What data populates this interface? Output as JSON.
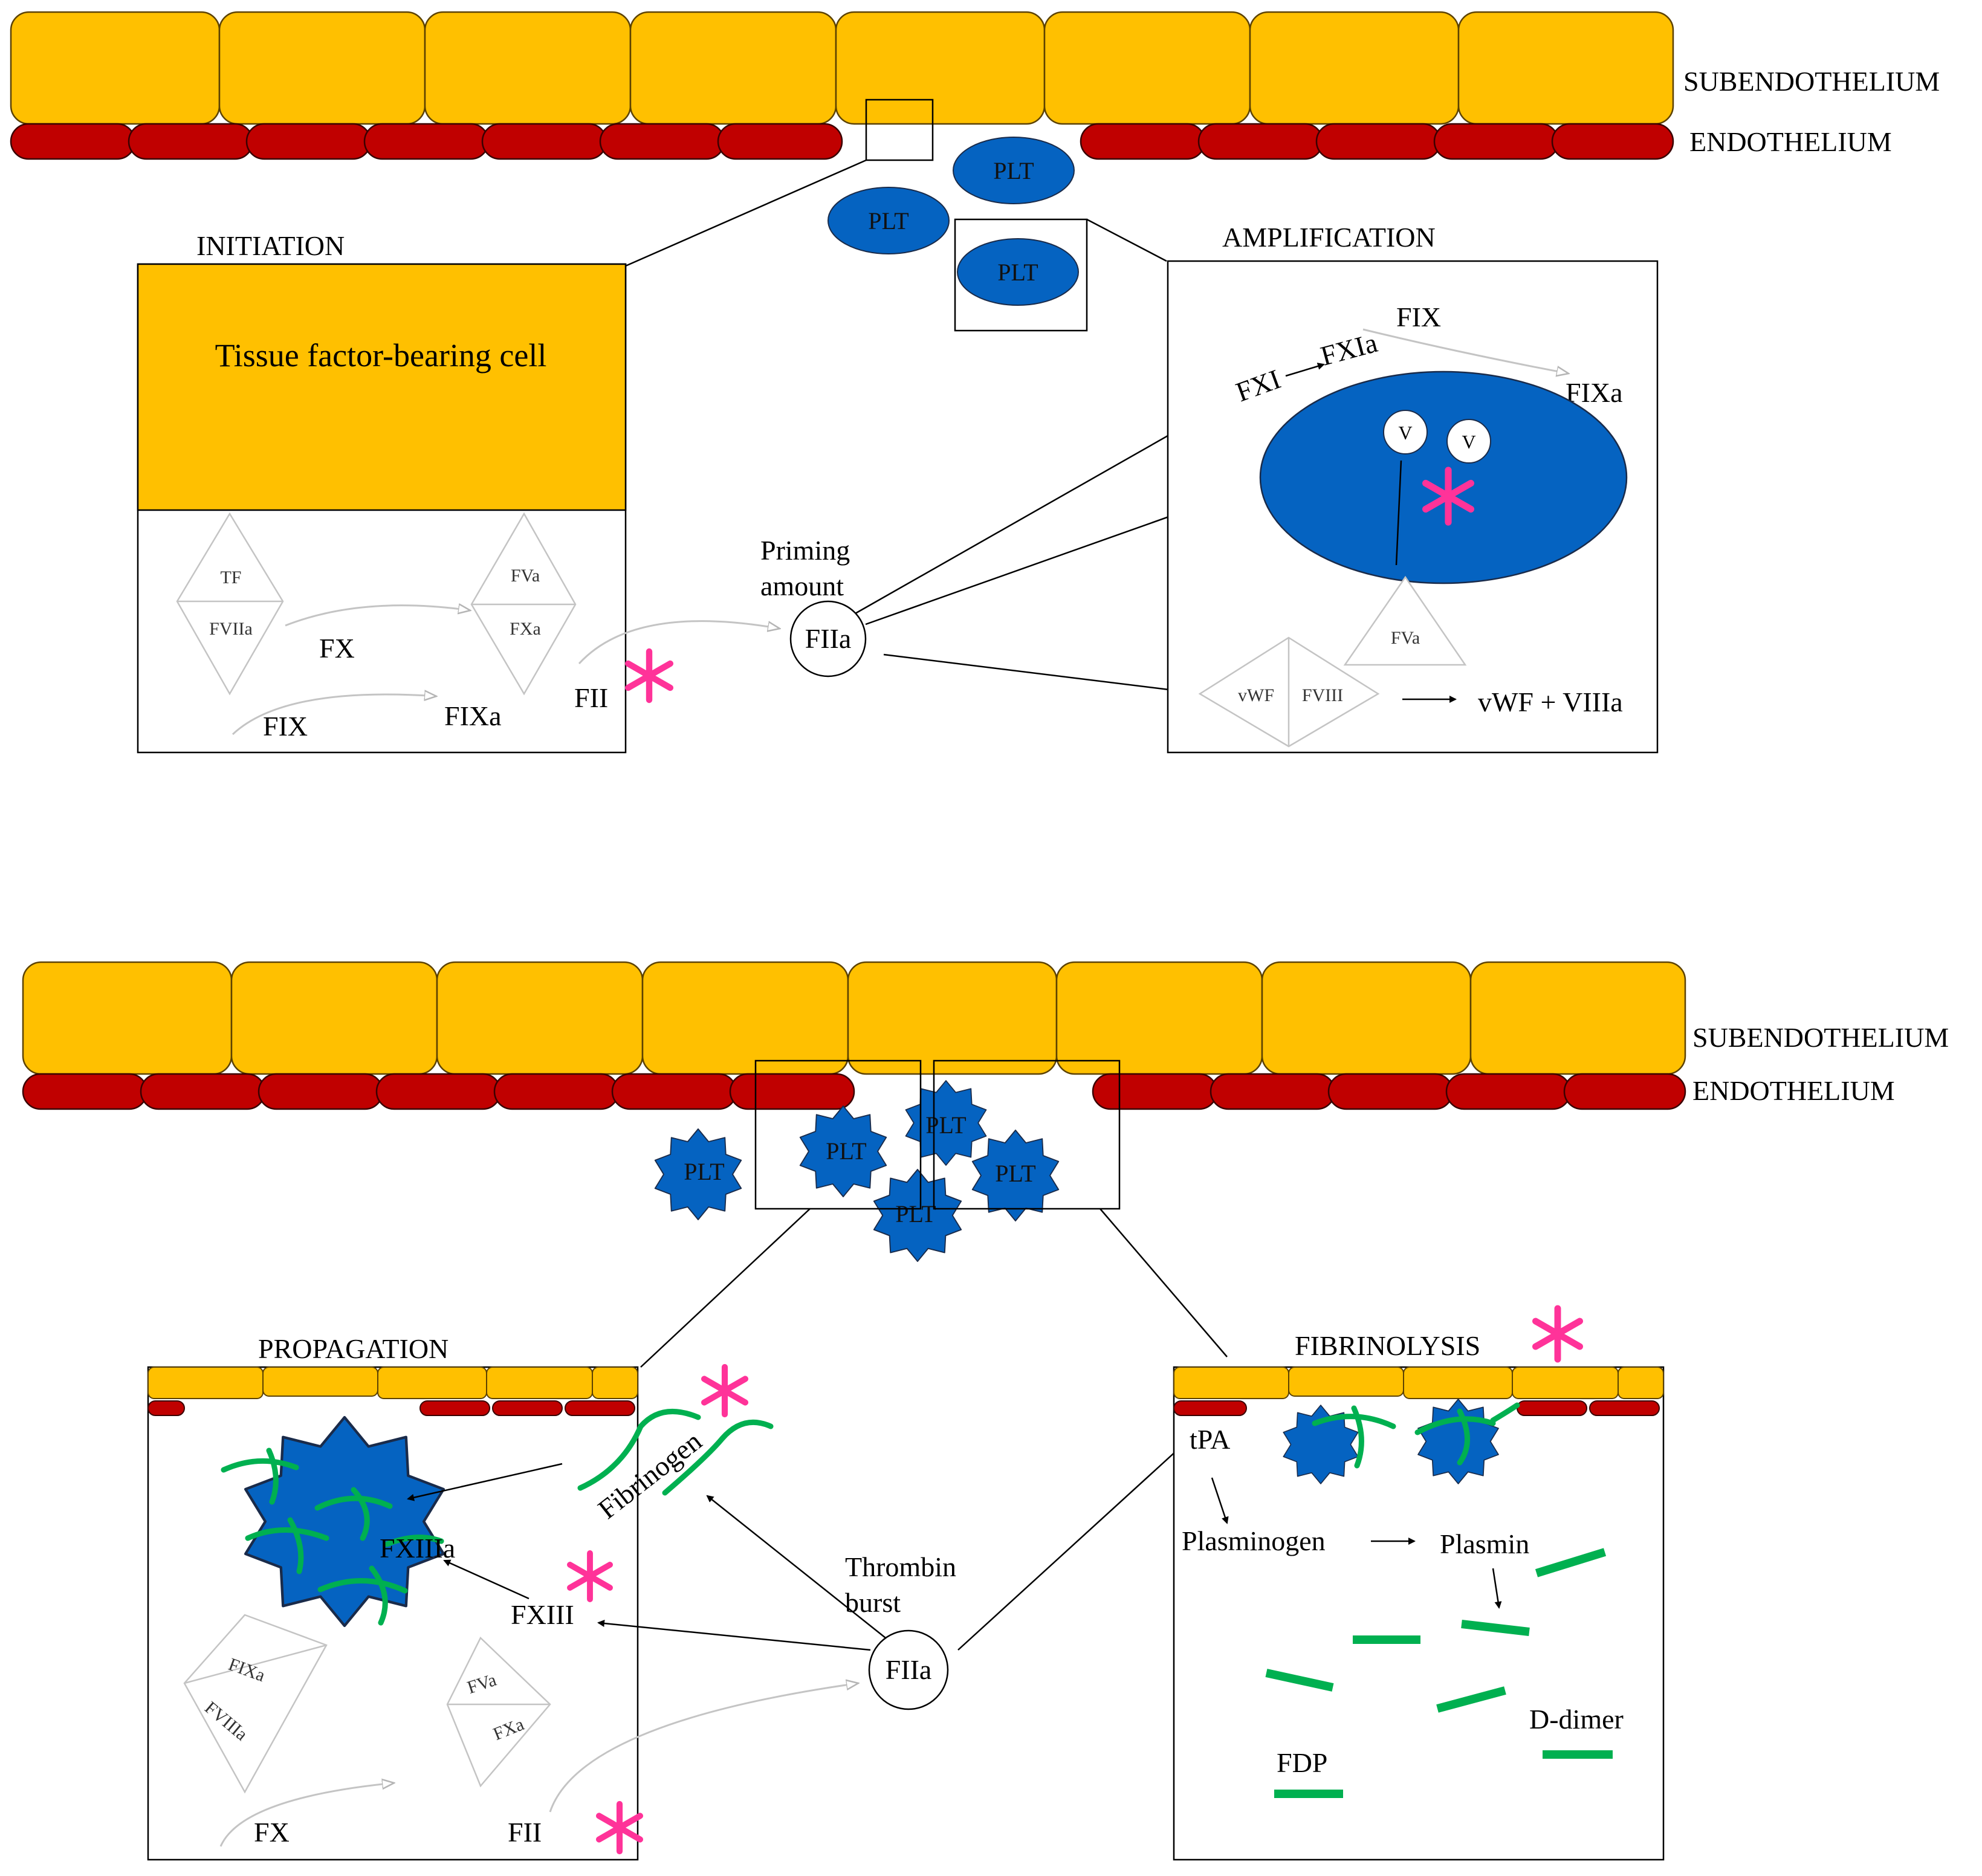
{
  "vessel": {
    "subendothelium": "SUBENDOTHELIUM",
    "endothelium": "ENDOTHELIUM",
    "platelet": "PLT"
  },
  "initiation": {
    "title": "INITIATION",
    "cell": "Tissue factor-bearing cell",
    "tf": "TF",
    "fviia": "FVIIa",
    "fx": "FX",
    "fix": "FIX",
    "fixa": "FIXa",
    "fva": "FVa",
    "fxa": "FXa",
    "fii": "FII"
  },
  "priming": {
    "line1": "Priming",
    "line2": "amount",
    "fiia": "FIIa"
  },
  "amplification": {
    "title": "AMPLIFICATION",
    "fix": "FIX",
    "fixa": "FIXa",
    "fxi": "FXI",
    "fxia": "FXIa",
    "v": "V",
    "fva": "FVa",
    "vwf": "vWF",
    "fviii": "FVIII",
    "result": "vWF + VIIIa"
  },
  "propagation": {
    "title": "PROPAGATION",
    "fibrinogen": "Fibrinogen",
    "fxiiia": "FXIIIa",
    "fxiii": "FXIII",
    "fixa": "FIXa",
    "fviiia": "FVIIIa",
    "fva": "FVa",
    "fxa": "FXa",
    "fx": "FX",
    "fii": "FII"
  },
  "burst": {
    "line1": "Thrombin",
    "line2": "burst",
    "fiia": "FIIa"
  },
  "fibrinolysis": {
    "title": "FIBRINOLYSIS",
    "tpa": "tPA",
    "plasminogen": "Plasminogen",
    "plasmin": "Plasmin",
    "ddimer": "D-dimer",
    "fdp": "FDP"
  },
  "colors": {
    "subendothelium": "#FFC000",
    "endothelium": "#C00000",
    "platelet": "#0563C1",
    "fibrin": "#00B050",
    "asterisk": "#FF3399"
  },
  "icons": [
    "asterisk-icon",
    "arrow-icon",
    "platelet-icon"
  ]
}
